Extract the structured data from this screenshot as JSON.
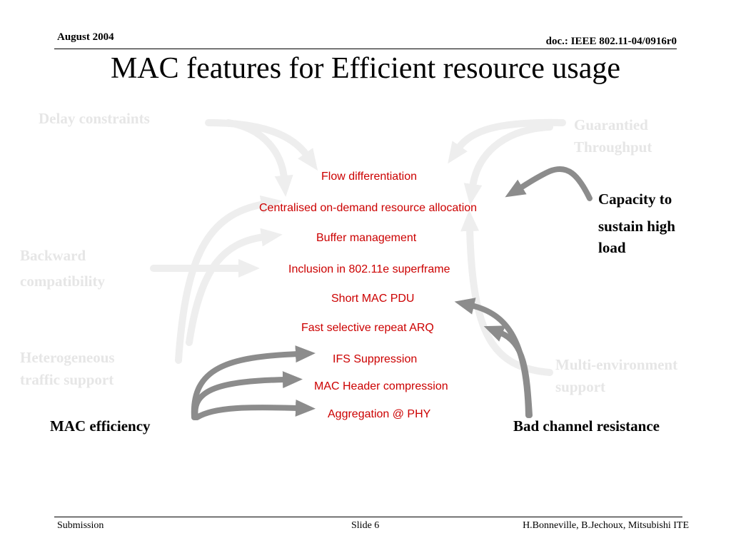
{
  "header": {
    "date": "August 2004",
    "doc_id": "doc.: IEEE 802.11-04/0916r0"
  },
  "title": "MAC features for Efficient resource usage",
  "features": [
    "Flow differentiation",
    "Centralised on-demand resource allocation",
    "Buffer management",
    "Inclusion in 802.11e superframe",
    "Short MAC PDU",
    "Fast selective repeat ARQ",
    "IFS Suppression",
    "MAC Header compression",
    "Aggregation @ PHY"
  ],
  "goals": {
    "delay": "Delay constraints",
    "throughput_1": "Guarantied",
    "throughput_2": "Throughput",
    "capacity_1": "Capacity to",
    "capacity_2": "sustain high",
    "capacity_3": "load",
    "backward_1": "Backward",
    "backward_2": "compatibility",
    "hetero_1": "Heterogeneous",
    "hetero_2": "traffic support",
    "multienv_1": "Multi-environment",
    "multienv_2": "support",
    "mac_eff": "MAC efficiency",
    "bad_channel": "Bad channel resistance"
  },
  "colors": {
    "feature_text": "#cc0000",
    "faint_goal": "#e6e6e6",
    "faint_arrow": "#eeeeee",
    "strong_arrow": "#8c8c8c"
  },
  "footer": {
    "left": "Submission",
    "center": "Slide 6",
    "right": "H.Bonneville, B.Jechoux, Mitsubishi ITE"
  }
}
